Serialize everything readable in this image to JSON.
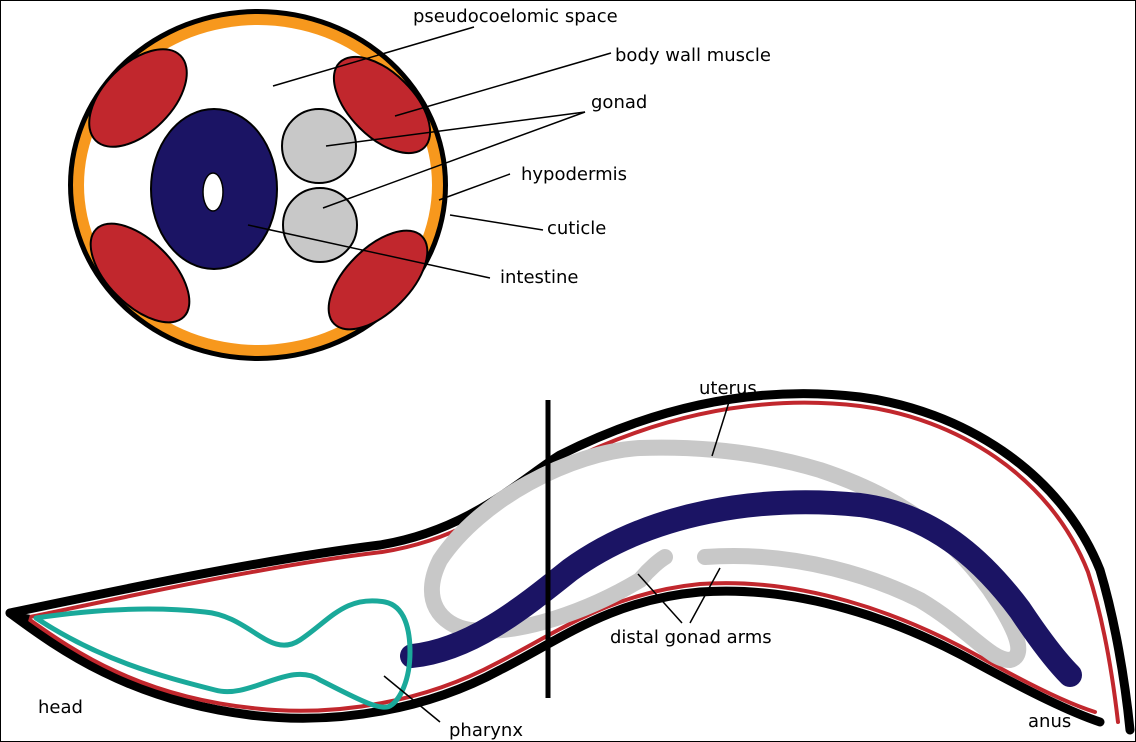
{
  "labels": {
    "pseudocoelomic_space": "pseudocoelomic space",
    "body_wall_muscle": "body wall muscle",
    "gonad": "gonad",
    "hypodermis": "hypodermis",
    "cuticle": "cuticle",
    "intestine": "intestine",
    "uterus": "uterus",
    "distal_gonad_arms": "distal gonad arms",
    "head": "head",
    "pharynx": "pharynx",
    "anus": "anus"
  },
  "colors": {
    "cuticle": "#000000",
    "hypodermis": "#f7981d",
    "muscle": "#c1272d",
    "intestine": "#1b1464",
    "gonad": "#c8c8c8",
    "pharynx": "#1aa99a"
  }
}
